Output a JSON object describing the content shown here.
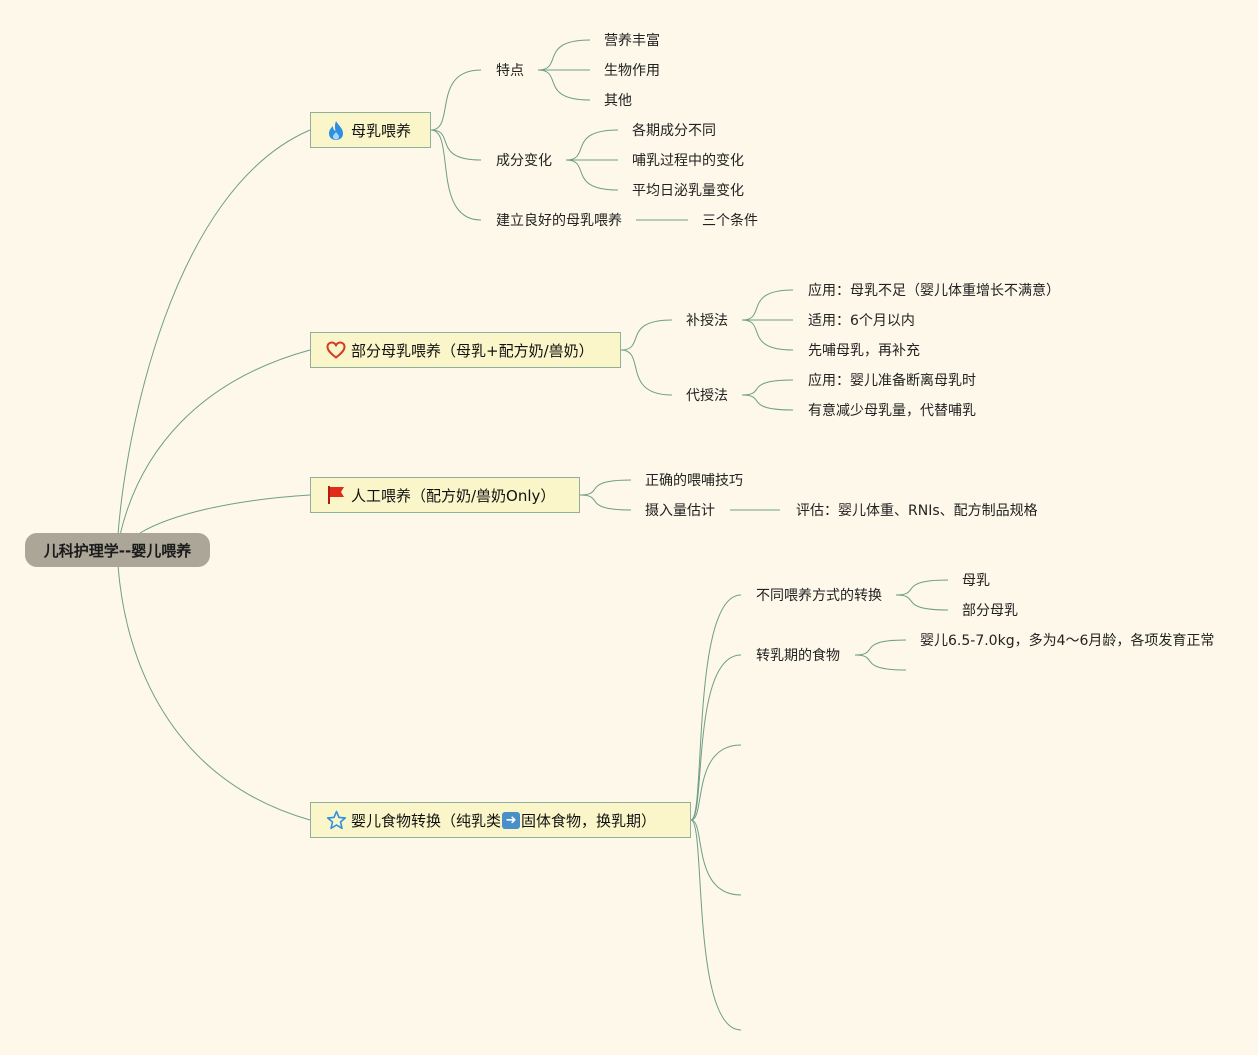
{
  "root": {
    "label": "儿科护理学--婴儿喂养"
  },
  "branches": [
    {
      "label": "母乳喂养",
      "icon": "flame-icon",
      "children": [
        {
          "label": "特点",
          "children": [
            "营养丰富",
            "生物作用",
            "其他"
          ]
        },
        {
          "label": "成分变化",
          "children": [
            "各期成分不同",
            "哺乳过程中的变化",
            "平均日泌乳量变化"
          ]
        },
        {
          "label": "建立良好的母乳喂养",
          "children": [
            "三个条件"
          ]
        }
      ]
    },
    {
      "label": "部分母乳喂养（母乳+配方奶/兽奶）",
      "icon": "heart-icon",
      "children": [
        {
          "label": "补授法",
          "children": [
            "应用：母乳不足（婴儿体重增长不满意）",
            "适用：6个月以内",
            "先哺母乳，再补充"
          ]
        },
        {
          "label": "代授法",
          "children": [
            "应用：婴儿准备断离母乳时",
            "有意减少母乳量，代替哺乳"
          ]
        }
      ]
    },
    {
      "label": "人工喂养（配方奶/兽奶Only）",
      "icon": "red-flag-icon",
      "children": [
        {
          "label": "正确的喂哺技巧",
          "children": []
        },
        {
          "label": "摄入量估计",
          "children": [
            "评估：婴儿体重、RNIs、配方制品规格"
          ]
        }
      ]
    },
    {
      "label_before": "婴儿食物转换（纯乳类",
      "label_after": "固体食物，换乳期）",
      "icon": "star-icon",
      "inline_icon": "right-arrow-icon",
      "children": [
        {
          "label": "不同喂养方式的转换",
          "children": [
            "母乳",
            "部分母乳"
          ]
        },
        {
          "label": "转乳期的食物",
          "children": [
            "婴儿6.5-7.0kg，多为4～6月龄，各项发育正常"
          ]
        }
      ]
    }
  ],
  "colors": {
    "background": "#fdf8ea",
    "connector": "#6f9e86",
    "root_fill": "#aba697",
    "main_fill": "#fbf6c9",
    "main_border": "#8fb09a",
    "flame": "#2f8fe0",
    "heart": "#d23a2a",
    "flag": "#e02a1a",
    "star": "#2f8fe0"
  }
}
